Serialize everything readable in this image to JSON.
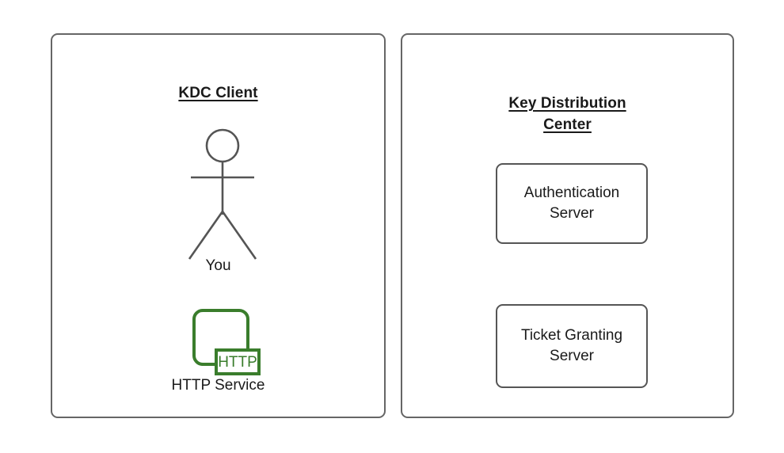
{
  "diagram": {
    "background": "#ffffff",
    "stroke_color": "#666666",
    "text_color": "#1a1a1a",
    "accent_green": "#3a7d2c",
    "panels": [
      {
        "id": "kdc-client",
        "title": "KDC Client",
        "title_lines": [
          "KDC Client"
        ],
        "nodes": [
          {
            "id": "you",
            "type": "actor",
            "label": "You",
            "icon": "stick-figure-icon"
          },
          {
            "id": "http-service",
            "type": "service",
            "label": "HTTP Service",
            "icon": "http-service-icon",
            "badge": "HTTP",
            "color": "#3a7d2c"
          }
        ]
      },
      {
        "id": "key-distribution-center",
        "title": "Key Distribution Center",
        "title_lines": [
          "Key Distribution",
          "Center"
        ],
        "nodes": [
          {
            "id": "authentication-server",
            "type": "box",
            "label_lines": [
              "Authentication",
              "Server"
            ],
            "line1": "Authentication",
            "line2": "Server"
          },
          {
            "id": "ticket-granting-server",
            "type": "box",
            "label_lines": [
              "Ticket Granting",
              "Server"
            ],
            "line1": "Ticket Granting",
            "line2": "Server"
          }
        ]
      }
    ]
  }
}
